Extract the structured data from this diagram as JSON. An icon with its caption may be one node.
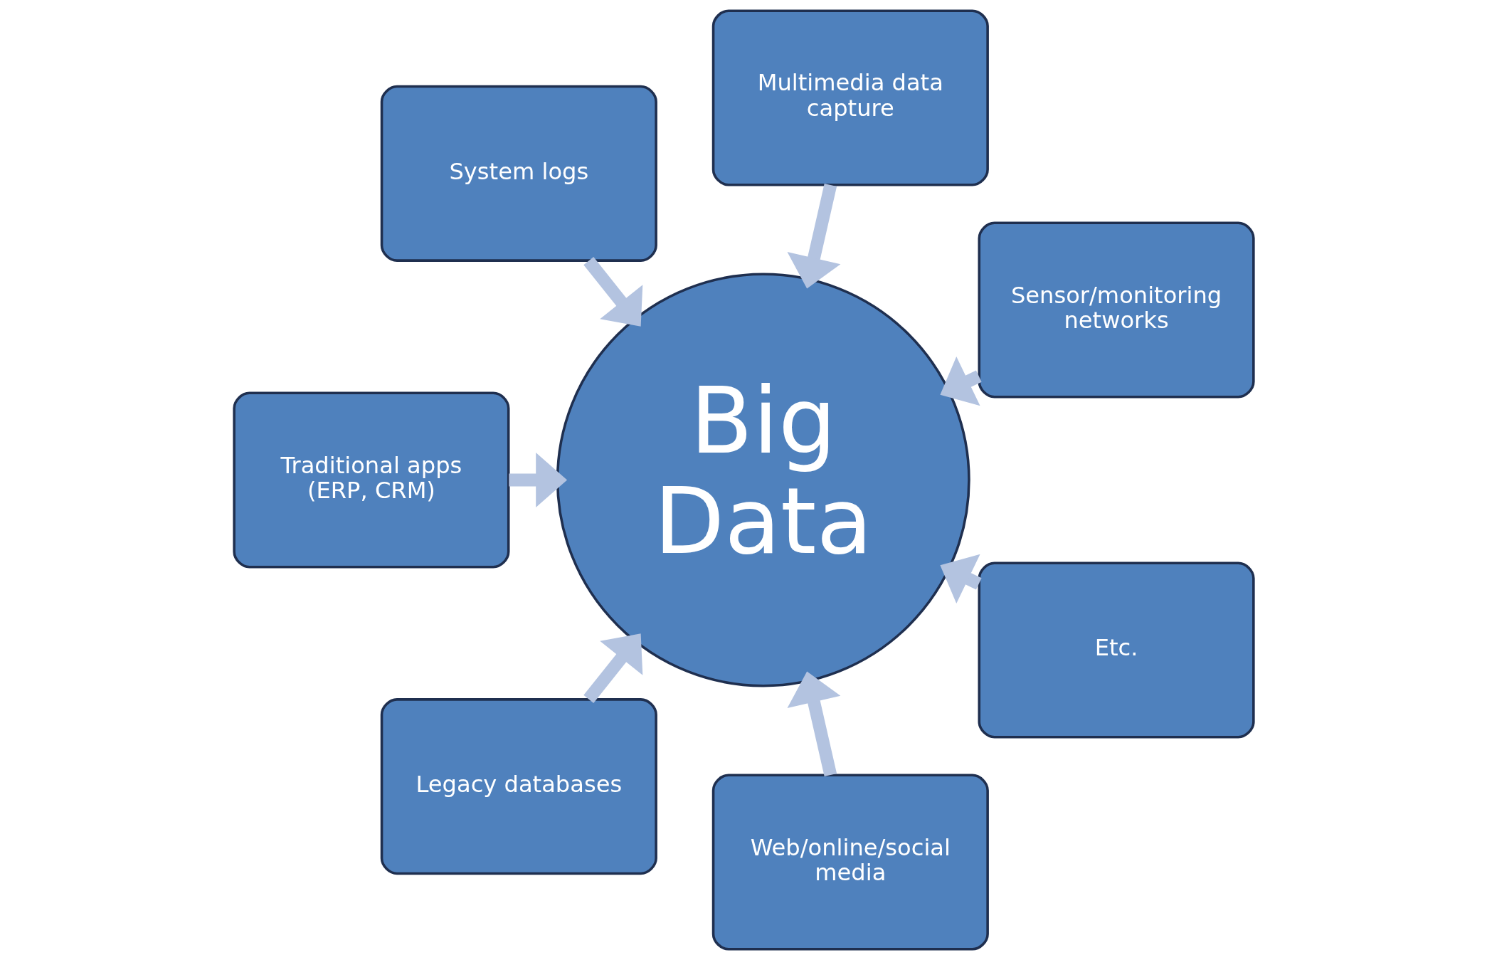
{
  "diagram": {
    "nodes": [
      {
        "text": [
          "Sensor/monitoring networks"
        ]
      },
      {
        "text": [
          "Multimedia data capture"
        ]
      },
      {
        "text": [
          "System logs"
        ]
      },
      {
        "text": [
          "Traditional apps (ERP, CRM)"
        ]
      },
      {
        "text": [
          "Legacy databases"
        ]
      },
      {
        "text": [
          "Web/online/social media"
        ]
      },
      {
        "text": [
          "Etc."
        ]
      },
      {
        "text": [
          "Big Data"
        ]
      }
    ],
    "edges": [
      {
        "from": 0,
        "to": 7,
        "arrow": "to"
      },
      {
        "from": 1,
        "to": 7,
        "arrow": "to"
      },
      {
        "from": 2,
        "to": 7,
        "arrow": "to"
      },
      {
        "from": 3,
        "to": 7,
        "arrow": "to"
      },
      {
        "from": 4,
        "to": 7,
        "arrow": "to"
      },
      {
        "from": 5,
        "to": 7,
        "arrow": "to"
      },
      {
        "from": 6,
        "to": 7,
        "arrow": "to"
      }
    ]
  }
}
